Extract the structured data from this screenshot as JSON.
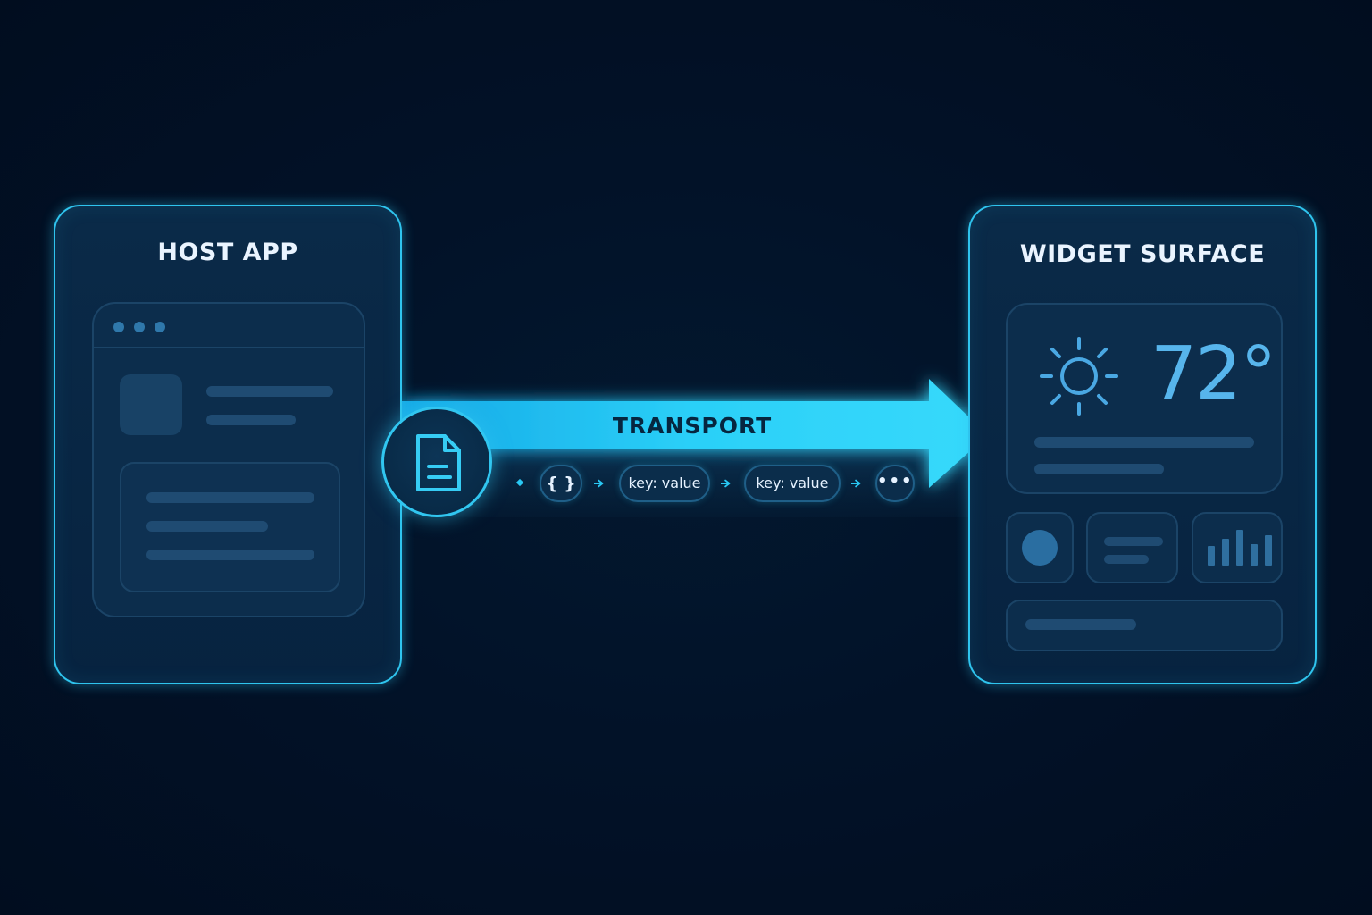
{
  "host_app": {
    "title": "HOST APP"
  },
  "widget_surface": {
    "title": "WIDGET SURFACE",
    "temperature": "72°",
    "weather_icon": "sun-icon"
  },
  "transport": {
    "label": "TRANSPORT",
    "payload_icon": "document-icon",
    "chips": {
      "braces": "{ }",
      "key_value_1": "key: value",
      "key_value_2": "key: value",
      "more": "•••"
    }
  },
  "colors": {
    "background": "#010f22",
    "panel_border": "#2fc4ee",
    "arrow": "#29cdf6",
    "temperature": "#57b5ec"
  }
}
